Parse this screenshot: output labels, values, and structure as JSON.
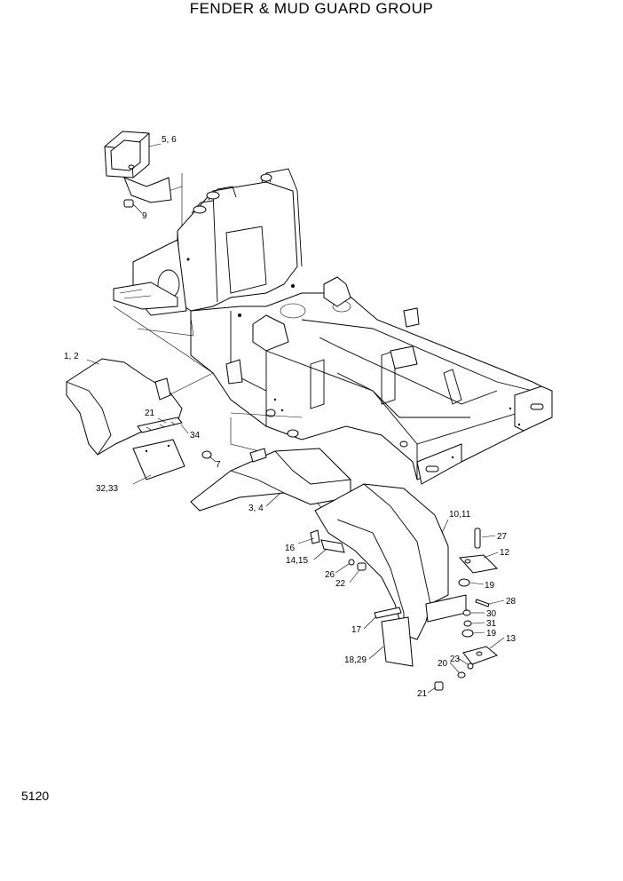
{
  "header": {
    "title": "FENDER & MUD GUARD GROUP"
  },
  "footer": {
    "page_code": "5120"
  },
  "callouts": {
    "c_5_6": "5, 6",
    "c_9": "9",
    "c_1_2": "1, 2",
    "c_21a": "21",
    "c_34": "34",
    "c_7": "7",
    "c_32_33": "32,33",
    "c_3_4": "3, 4",
    "c_10_11": "10,11",
    "c_27": "27",
    "c_12": "12",
    "c_16": "16",
    "c_14_15": "14,15",
    "c_26": "26",
    "c_22": "22",
    "c_19a": "19",
    "c_28": "28",
    "c_30": "30",
    "c_31": "31",
    "c_19b": "19",
    "c_17": "17",
    "c_13": "13",
    "c_18_29": "18,29",
    "c_23": "23",
    "c_20": "20",
    "c_21b": "21"
  }
}
